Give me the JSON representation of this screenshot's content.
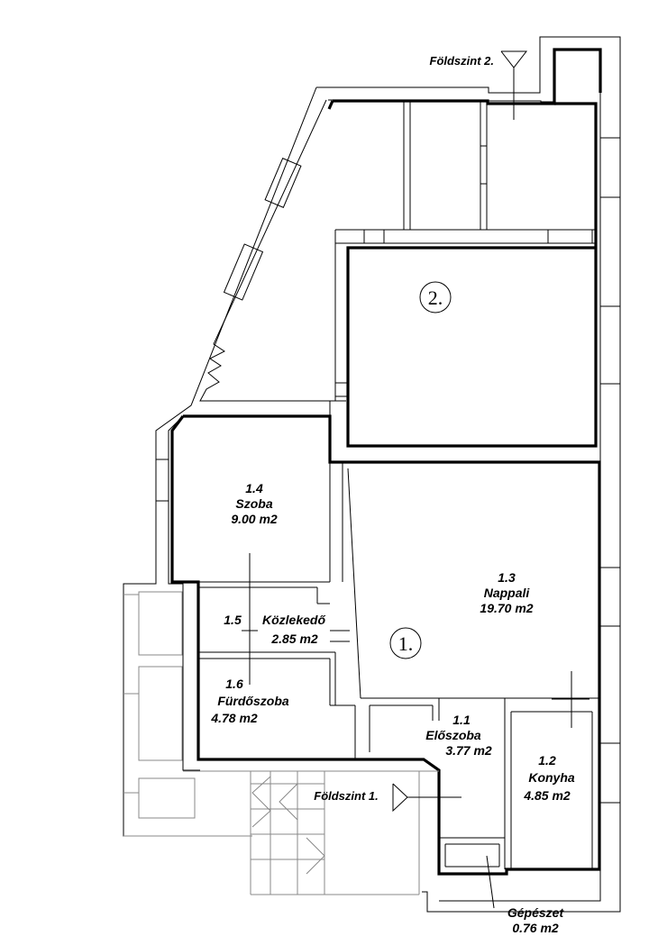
{
  "levels": {
    "ground_2": "Földszint 2.",
    "ground_1": "Földszint 1."
  },
  "units": {
    "unit_1": "1.",
    "unit_2": "2."
  },
  "rooms": [
    {
      "id": "szoba",
      "number": "1.4",
      "name": "Szoba",
      "area": "9.00 m2"
    },
    {
      "id": "nappali",
      "number": "1.3",
      "name": "Nappali",
      "area": "19.70 m2"
    },
    {
      "id": "kozlekedo",
      "number": "1.5",
      "name": "Közlekedő",
      "area": "2.85 m2"
    },
    {
      "id": "furdoszoba",
      "number": "1.6",
      "name": "Fürdőszoba",
      "area": "4.78 m2"
    },
    {
      "id": "eloszoba",
      "number": "1.1",
      "name": "Előszoba",
      "area": "3.77 m2"
    },
    {
      "id": "konyha",
      "number": "1.2",
      "name": "Konyha",
      "area": "4.85 m2"
    },
    {
      "id": "gepeszet",
      "name": "Gépészet",
      "area": "0.76 m2"
    }
  ]
}
